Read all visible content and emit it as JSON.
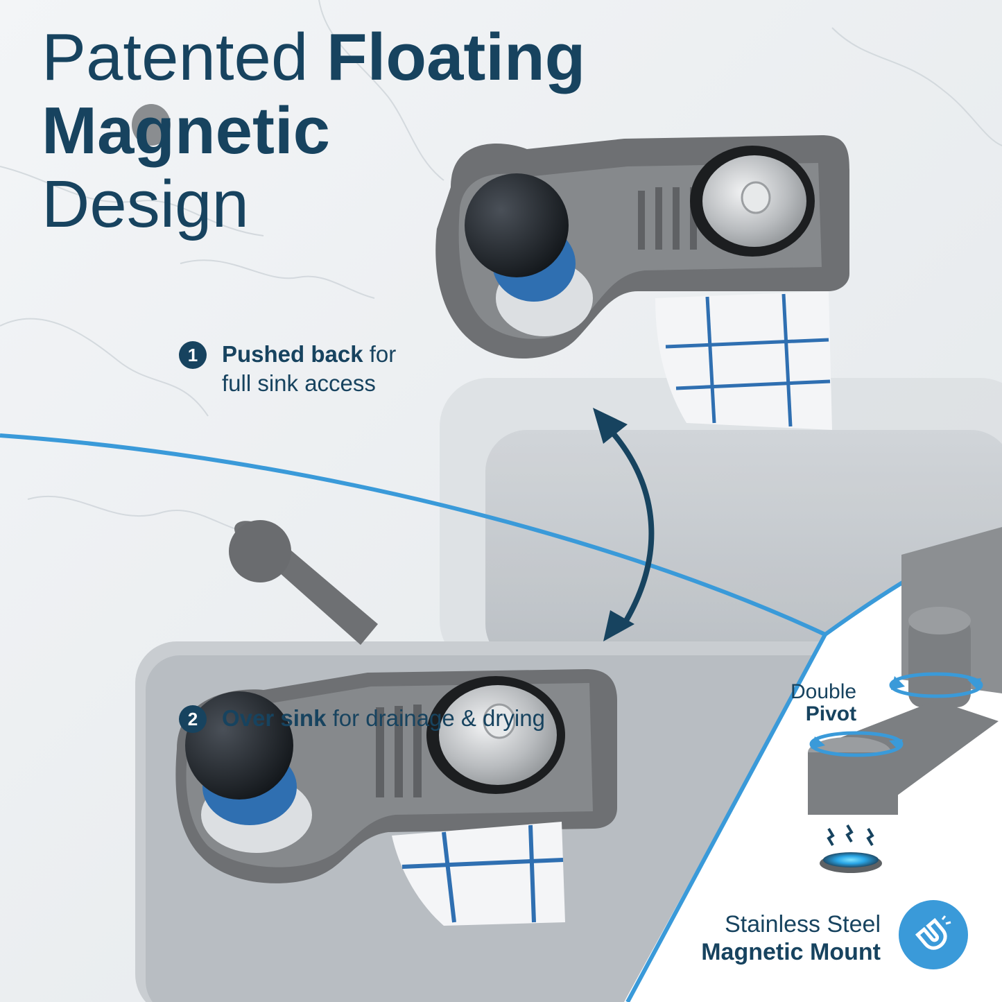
{
  "headline": {
    "line1_light": "Patented ",
    "line1_bold": "Floating",
    "line2_bold": "Magnetic",
    "line3_light": "Design"
  },
  "steps": [
    {
      "number": "1",
      "bold": "Pushed back",
      "rest_line1": " for",
      "rest_line2": "full sink access"
    },
    {
      "number": "2",
      "bold": "Over sink",
      "rest_line1": " for drainage & drying"
    }
  ],
  "pivot_label": {
    "light": "Double",
    "bold": "Pivot"
  },
  "mount_label": {
    "light": "Stainless Steel",
    "bold": "Magnetic Mount"
  },
  "icons": [
    "magnet-icon",
    "double-arrow-icon",
    "rotation-arrow-icon",
    "magnetic-spark-icon"
  ],
  "colors": {
    "navy": "#17435f",
    "accent_blue": "#3a9ad9",
    "caddy_gray": "#6e7073",
    "marble": "#eef1f4"
  }
}
